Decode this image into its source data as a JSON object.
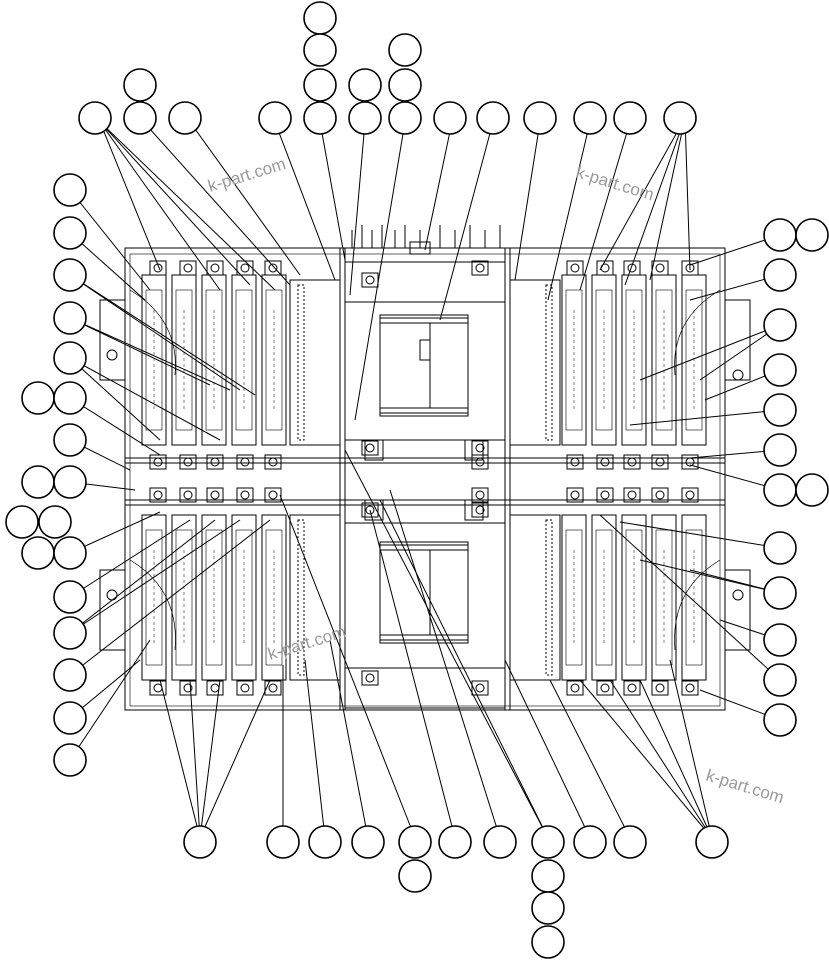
{
  "watermark": {
    "text_1": "k-part.com",
    "text_2": "k-part.com",
    "text_3": "k-part.com",
    "text_4": "k-part.com"
  },
  "colors": {
    "line": "#000000",
    "background": "#ffffff",
    "watermark": "#9a9a9a"
  }
}
